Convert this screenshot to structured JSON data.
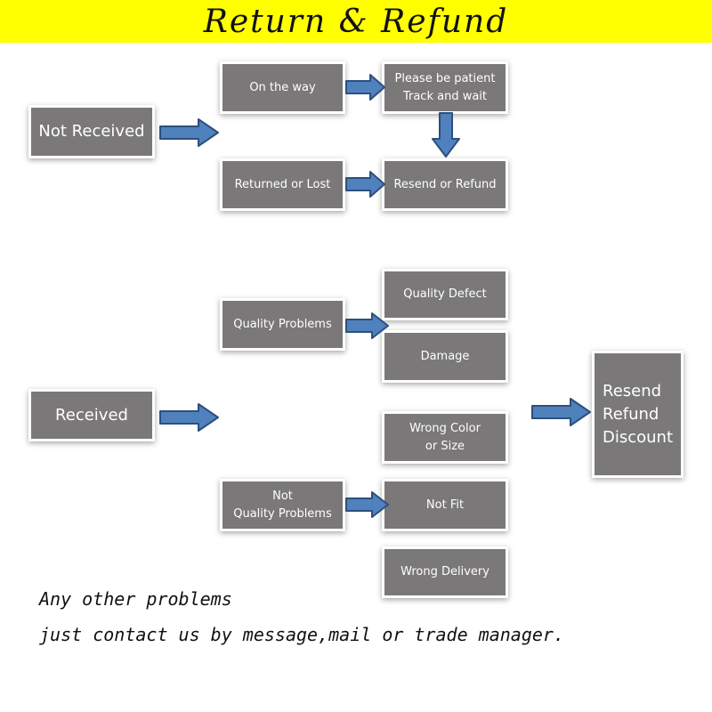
{
  "colors": {
    "banner": "#ffff00",
    "box": "#7a7879",
    "arrow_fill": "#4f81bd",
    "arrow_stroke": "#2c4f7c"
  },
  "banner": {
    "title": "Return & Refund"
  },
  "not_received_section": {
    "main": "Not Received",
    "on_the_way": "On the way",
    "patient": "Please be patient\nTrack and wait",
    "returned_lost": "Returned or Lost",
    "resend_refund": "Resend or Refund"
  },
  "received_section": {
    "main": "Received",
    "quality_problems": "Quality Problems",
    "quality_defect": "Quality Defect",
    "damage": "Damage",
    "wrong_color": "Wrong Color\nor Size",
    "not_quality": "Not\nQuality Problems",
    "not_fit": "Not Fit",
    "wrong_delivery": "Wrong Delivery",
    "result": "Resend\nRefund\nDiscount"
  },
  "footer": {
    "line1": "Any other problems",
    "line2": "just contact us by message,mail or trade manager."
  }
}
